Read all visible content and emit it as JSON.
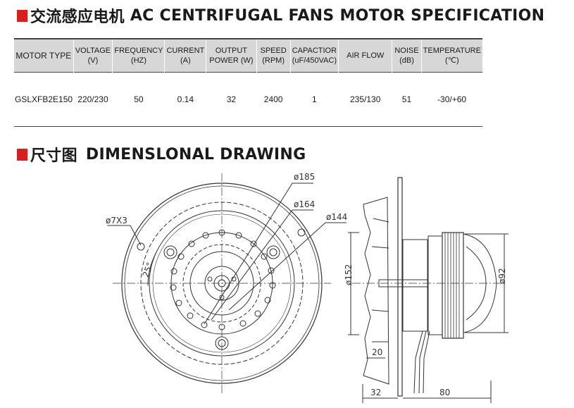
{
  "header": {
    "title_cn": "交流感应电机",
    "title_en": "AC CENTRIFUGAL FANS MOTOR SPECIFICATION"
  },
  "table": {
    "columns": [
      {
        "name": "MOTOR TYPE",
        "unit": ""
      },
      {
        "name": "VOLTAGE",
        "unit": "(V)"
      },
      {
        "name": "FREQUENCY",
        "unit": "(HZ)"
      },
      {
        "name": "CURRENT",
        "unit": "(A)"
      },
      {
        "name": "OUTPUT",
        "unit": "POWER (W)"
      },
      {
        "name": "SPEED",
        "unit": "(RPM)"
      },
      {
        "name": "CAPACTIOR",
        "unit": "(uF/450VAC)"
      },
      {
        "name": "AIR FLOW",
        "unit": ""
      },
      {
        "name": "NOISE",
        "unit": "(dB)"
      },
      {
        "name": "TEMPERATURE",
        "unit": "(℃)"
      }
    ],
    "row": [
      "GSLXFB2E150",
      "220/230",
      "50",
      "0.14",
      "32",
      "2400",
      "1",
      "235/130",
      "51",
      "-30/+60"
    ]
  },
  "drawing_section": {
    "title_cn": "尺寸图",
    "title_en": "DIMENSLONAL  DRAWING"
  },
  "dimensions": {
    "d185": "ø185",
    "d164": "ø164",
    "d144": "ø144",
    "d7x3": "ø7X3",
    "angle": "25°",
    "d152": "ø152",
    "d92": "ø92",
    "w20": "20",
    "w32": "32",
    "w80": "80"
  },
  "colors": {
    "accent": "#d4201f",
    "header_bg": "#d7d7d7"
  }
}
